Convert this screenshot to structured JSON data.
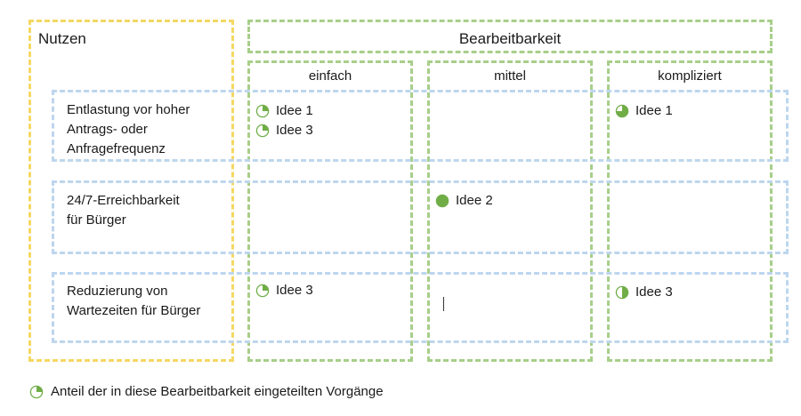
{
  "header": {
    "nutzen": "Nutzen",
    "bearbeitbarkeit": "Bearbeitbarkeit"
  },
  "columns": [
    "einfach",
    "mittel",
    "kompliziert"
  ],
  "rows": [
    {
      "label": "Entlastung vor hoher\nAntrags- oder\nAnfragefrequenz"
    },
    {
      "label": "24/7-Erreichbarkeit\nfür Bürger"
    },
    {
      "label": "Reduzierung von\nWartezeiten für Bürger"
    }
  ],
  "ideas": {
    "r1_einfach_1": {
      "label": "Idee 1",
      "share": 0.25
    },
    "r1_einfach_2": {
      "label": "Idee 3",
      "share": 0.25
    },
    "r1_kompliziert": {
      "label": "Idee 1",
      "share": 0.75
    },
    "r2_mittel": {
      "label": "Idee 2",
      "share": 1.0
    },
    "r3_einfach": {
      "label": "Idee 3",
      "share": 0.25
    },
    "r3_kompliziert": {
      "label": "Idee 3",
      "share": 0.5
    }
  },
  "legend": {
    "text": "Anteil der in diese Bearbeitbarkeit eingeteilten Vorgänge",
    "share": 0.25
  },
  "colors": {
    "green": "#70ad47",
    "yellow": "#f5d763",
    "blue": "#bdd6ee"
  }
}
